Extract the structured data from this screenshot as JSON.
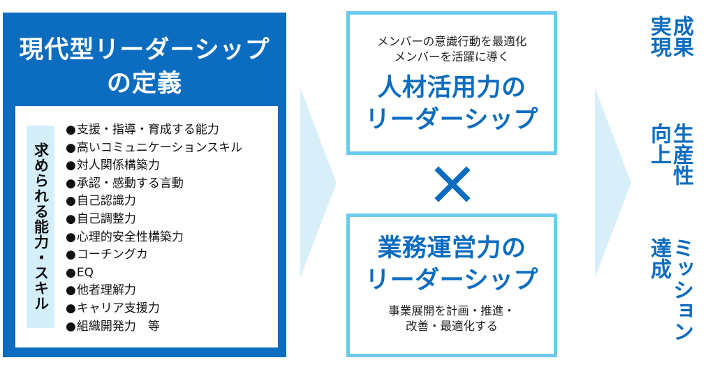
{
  "definition": {
    "title_line1": "現代型リーダーシップ",
    "title_line2": "の定義",
    "skills_label": "求められる能力・スキル",
    "skills": [
      "支援・指導・育成する能力",
      "高いコミュニケーションスキル",
      "対人関係構築力",
      "承認・感動する言動",
      "自己認識力",
      "自己調整力",
      "心理的安全性構築力",
      "コーチングカ",
      "EQ",
      "他者理解力",
      "キャリア支援力",
      "組織開発力　等"
    ]
  },
  "talent_leadership": {
    "sub_line1": "メンバーの意識行動を最適化",
    "sub_line2": "メンバーを活躍に導く",
    "main_line1": "人材活用力の",
    "main_line2": "リーダーシップ"
  },
  "operations_leadership": {
    "main_line1": "業務運営力の",
    "main_line2": "リーダーシップ",
    "sub_line1": "事業展開を計画・推進・",
    "sub_line2": "改善・最適化する"
  },
  "results": [
    {
      "primary": "成果",
      "secondary": "実現"
    },
    {
      "primary": "生産性",
      "secondary": "向上"
    },
    {
      "primary": "ミッション",
      "secondary": "達成"
    }
  ],
  "colors": {
    "primary_blue": "#0b6cc0",
    "light_blue_border": "#6ccaf0",
    "light_blue_fill": "#d4eefa",
    "arrow_fill": "#d8eff9"
  }
}
